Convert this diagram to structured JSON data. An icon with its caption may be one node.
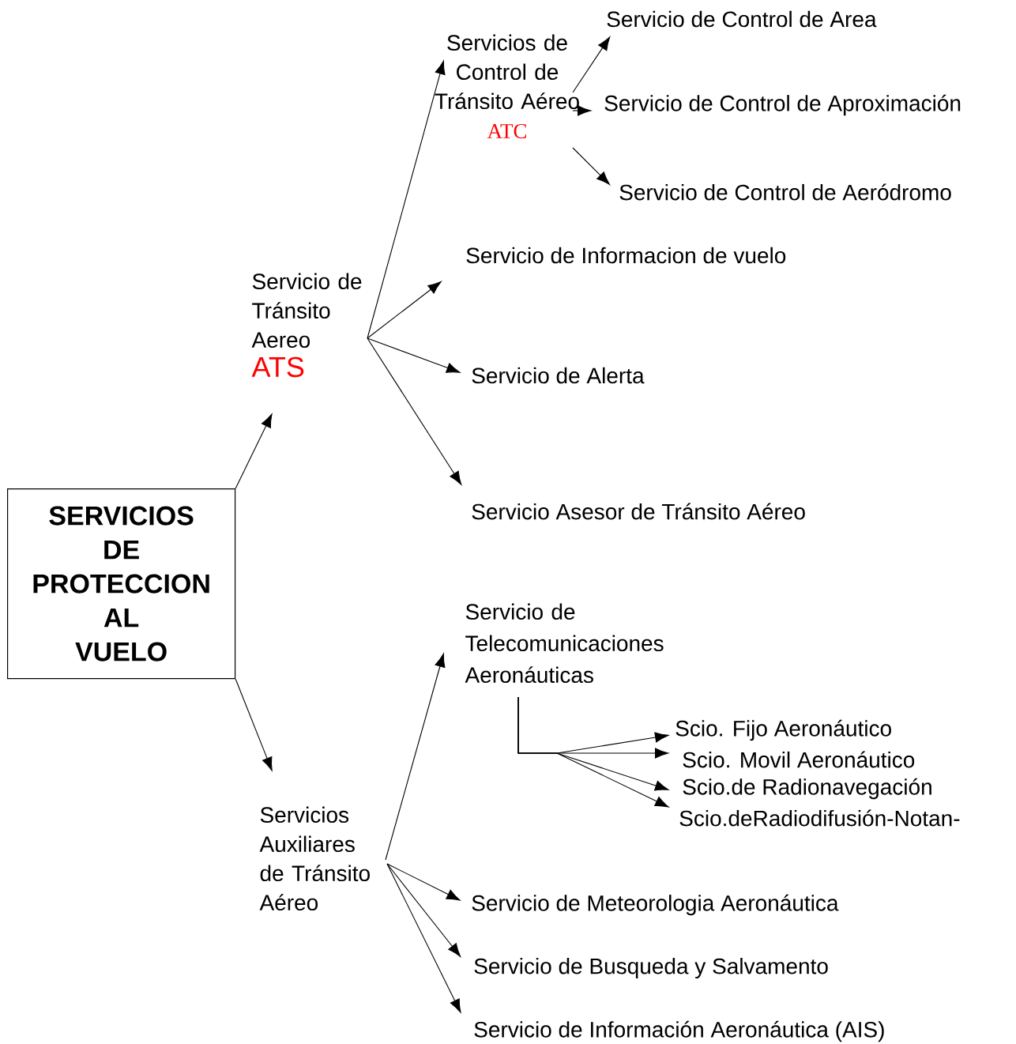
{
  "diagram": {
    "nodes": [
      {
        "text": [
          "SERVICIOS DE PROTECCION AL VUELO"
        ]
      },
      {
        "text": [
          "Servicio de Tránsito Aereo",
          "ATS"
        ]
      },
      {
        "text": [
          "Servicios de Control de Tránsito Aéreo",
          "ATC"
        ]
      },
      {
        "text": [
          "Servicio de Control de Area"
        ]
      },
      {
        "text": [
          "Servicio de Control de Aproximación"
        ]
      },
      {
        "text": [
          "Servicio de Control de Aeródromo"
        ]
      },
      {
        "text": [
          "Servicio de Informacion de vuelo"
        ]
      },
      {
        "text": [
          "Servicio de Alerta"
        ]
      },
      {
        "text": [
          "Servicio Asesor de Tránsito Aéreo"
        ]
      },
      {
        "text": [
          "Servicios Auxiliares de Tránsito Aéreo"
        ]
      },
      {
        "text": [
          "Servicio de Telecomunicaciones Aeronáuticas"
        ]
      },
      {
        "text": [
          "Scio. Fijo Aeronáutico"
        ]
      },
      {
        "text": [
          "Scio. Movil Aeronáutico"
        ]
      },
      {
        "text": [
          "Scio.de Radionavegación"
        ]
      },
      {
        "text": [
          "Scio.deRadiodifusión-Notan-"
        ]
      },
      {
        "text": [
          "Servicio de Meteorologia Aeronáutica"
        ]
      },
      {
        "text": [
          "Servicio de Busqueda y Salvamento"
        ]
      },
      {
        "text": [
          "Servicio de Información Aeronáutica (AIS)"
        ]
      }
    ],
    "edges": [
      {
        "from": 0,
        "to": 1,
        "arrow": "to"
      },
      {
        "from": 0,
        "to": 9,
        "arrow": "to"
      },
      {
        "from": 1,
        "to": 2,
        "arrow": "to"
      },
      {
        "from": 1,
        "to": 6,
        "arrow": "to"
      },
      {
        "from": 1,
        "to": 7,
        "arrow": "to"
      },
      {
        "from": 1,
        "to": 8,
        "arrow": "to"
      },
      {
        "from": 2,
        "to": 3,
        "arrow": "to"
      },
      {
        "from": 2,
        "to": 4,
        "arrow": "to"
      },
      {
        "from": 2,
        "to": 5,
        "arrow": "to"
      },
      {
        "from": 9,
        "to": 10,
        "arrow": "to"
      },
      {
        "from": 10,
        "to": 11,
        "arrow": "to"
      },
      {
        "from": 10,
        "to": 12,
        "arrow": "to"
      },
      {
        "from": 10,
        "to": 13,
        "arrow": "to"
      },
      {
        "from": 10,
        "to": 14,
        "arrow": "to"
      },
      {
        "from": 9,
        "to": 15,
        "arrow": "to"
      },
      {
        "from": 9,
        "to": 16,
        "arrow": "to"
      },
      {
        "from": 9,
        "to": 17,
        "arrow": "to"
      }
    ]
  }
}
